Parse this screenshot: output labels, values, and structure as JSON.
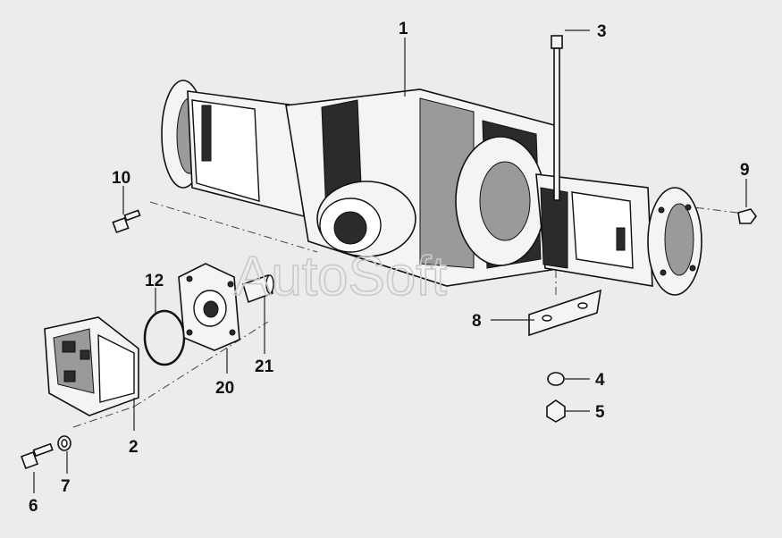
{
  "watermark": "AutoSoft",
  "callouts": [
    {
      "id": "1",
      "label": "1"
    },
    {
      "id": "2",
      "label": "2"
    },
    {
      "id": "3",
      "label": "3"
    },
    {
      "id": "4",
      "label": "4"
    },
    {
      "id": "5",
      "label": "5"
    },
    {
      "id": "6",
      "label": "6"
    },
    {
      "id": "7",
      "label": "7"
    },
    {
      "id": "8",
      "label": "8"
    },
    {
      "id": "9",
      "label": "9"
    },
    {
      "id": "10",
      "label": "10"
    },
    {
      "id": "12",
      "label": "12"
    },
    {
      "id": "20",
      "label": "20"
    },
    {
      "id": "21",
      "label": "21"
    }
  ]
}
